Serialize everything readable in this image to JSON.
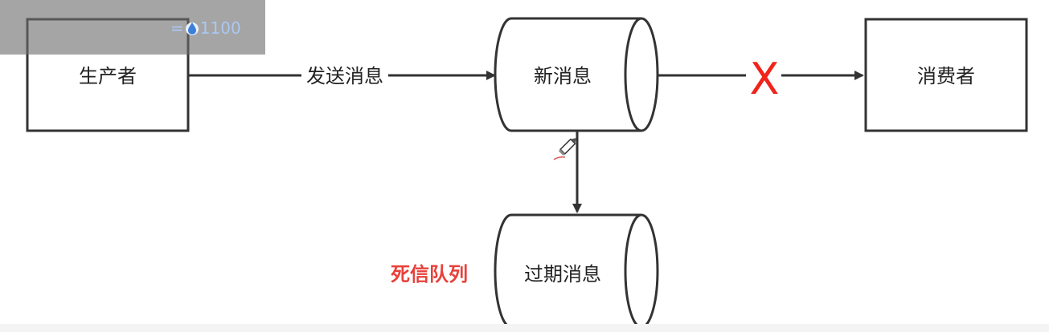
{
  "diagram": {
    "nodes": {
      "producer": "生产者",
      "new_message": "新消息",
      "consumer": "消费者",
      "expired_message": "过期消息"
    },
    "edges": {
      "send_label": "发送消息",
      "blocked_mark": "X"
    },
    "dead_letter_label": "死信队列"
  },
  "overlay": {
    "equals_sign": "=",
    "value": "1100"
  },
  "colors": {
    "stroke": "#333333",
    "blocked_mark": "#f2231b",
    "dead_letter_label": "#e8403a"
  },
  "icons": {
    "overlay_icon": "water-drop-icon",
    "cursor": "pencil-cursor-icon"
  }
}
